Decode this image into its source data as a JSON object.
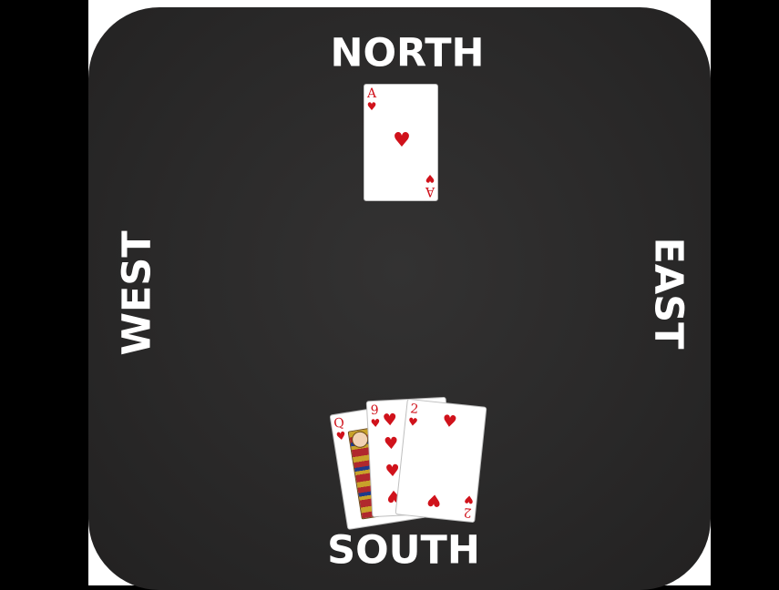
{
  "seats": {
    "north": "NORTH",
    "south": "SOUTH",
    "west": "WEST",
    "east": "EAST"
  },
  "played_card": {
    "rank": "A",
    "suit": "♥",
    "color": "#d0121b"
  },
  "south_hand": [
    {
      "rank": "Q",
      "suit": "♥"
    },
    {
      "rank": "9",
      "suit": "♥"
    },
    {
      "rank": "2",
      "suit": "♥"
    }
  ],
  "colors": {
    "table": "#2a2929",
    "text": "#ffffff",
    "suit_red": "#d0121b",
    "frame": "#000000"
  }
}
